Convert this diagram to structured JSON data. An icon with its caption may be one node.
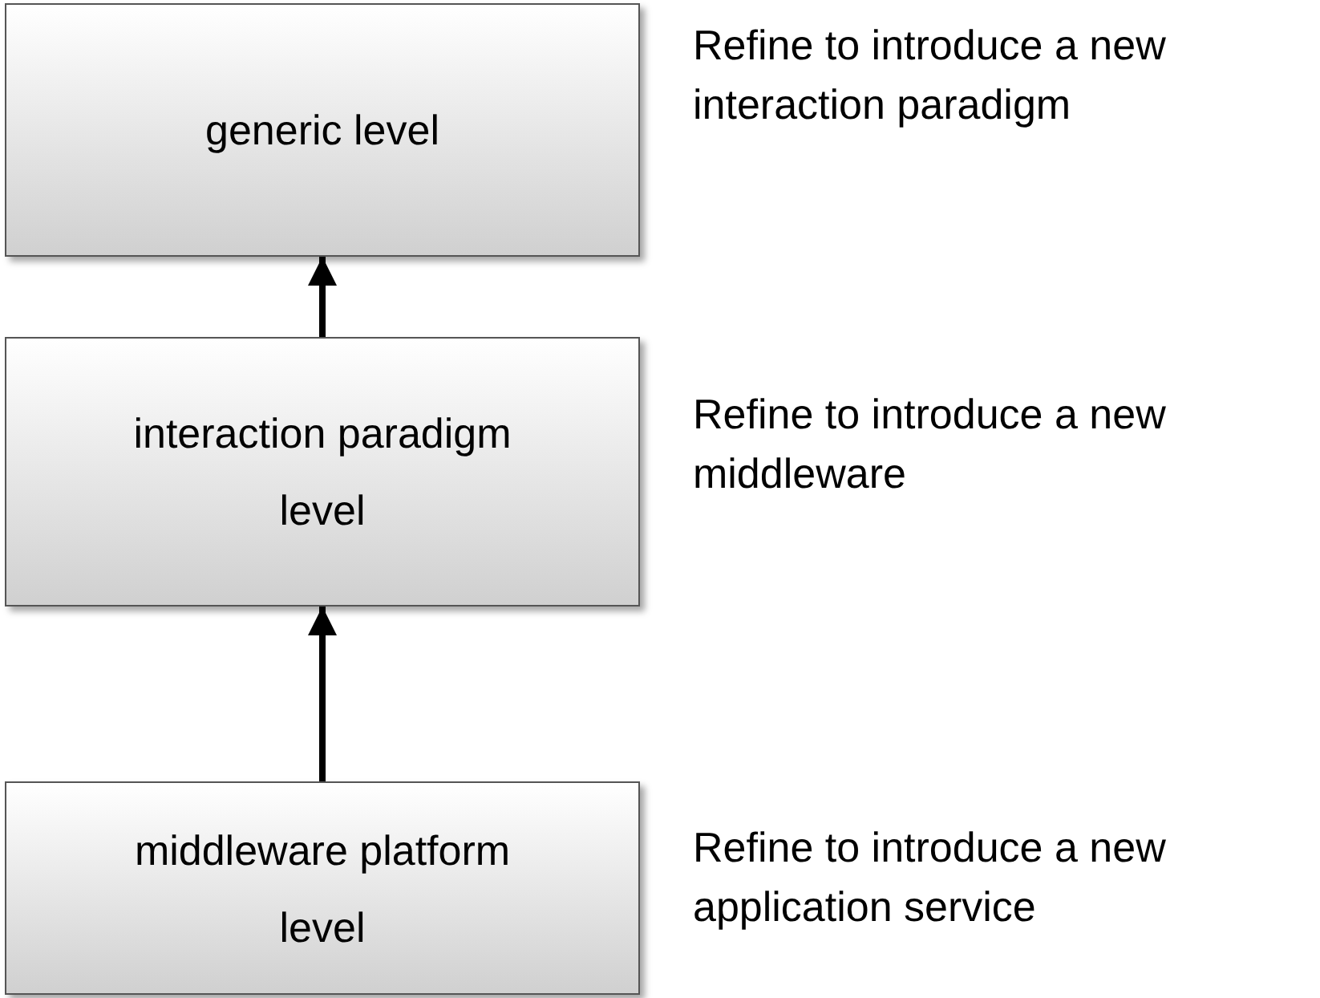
{
  "diagram": {
    "nodes": [
      {
        "text": [
          "generic level"
        ],
        "beside": [
          "Refine to introduce a new interaction paradigm"
        ]
      },
      {
        "text": [
          "interaction paradigm level"
        ],
        "beside": [
          "Refine to introduce a new middleware"
        ]
      },
      {
        "text": [
          "middleware platform level"
        ],
        "beside": [
          "Refine to introduce a new application service"
        ]
      }
    ],
    "edges": [
      {
        "from": 1,
        "to": 0,
        "arrow": "to"
      },
      {
        "from": 2,
        "to": 1,
        "arrow": "to"
      }
    ]
  }
}
